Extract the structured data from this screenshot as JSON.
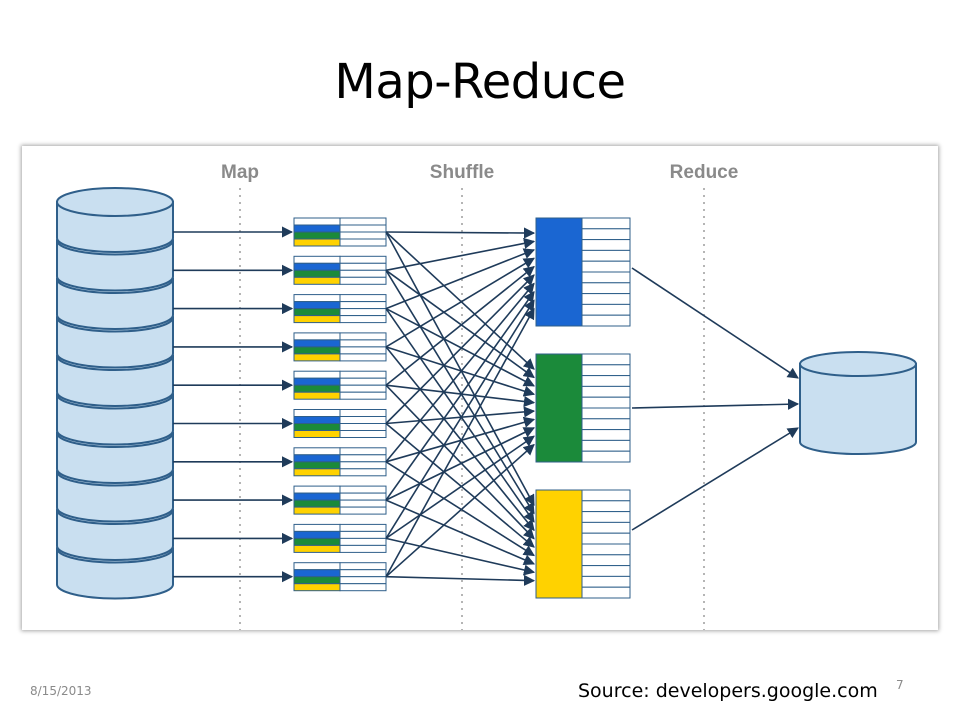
{
  "slide": {
    "title": "Map-Reduce",
    "date": "8/15/2013",
    "source": "Source: developers.google.com",
    "page_number": "7"
  },
  "diagram": {
    "phases": [
      "Map",
      "Shuffle",
      "Reduce"
    ],
    "input_partitions": 10,
    "map_tasks": 10,
    "reduce_tasks": [
      {
        "name": "blue",
        "color": "#1a66d2"
      },
      {
        "name": "green",
        "color": "#1b8a3a"
      },
      {
        "name": "yellow",
        "color": "#ffd200"
      }
    ],
    "colors": {
      "line": "#1f3b5a",
      "cylinder_fill": "#c9dff0",
      "cylinder_stroke": "#2f5f8a",
      "divider": "#b5b5b5",
      "phase_label": "#8a8a8a"
    }
  }
}
